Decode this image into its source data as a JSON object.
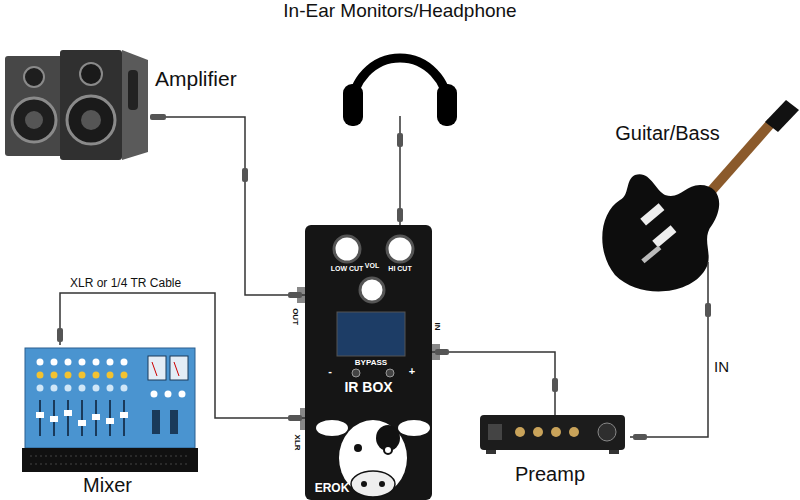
{
  "diagram": {
    "nodes": [
      {
        "text": [
          "In-Ear Monitors/Headphone"
        ]
      },
      {
        "text": [
          "Amplifier"
        ]
      },
      {
        "text": [
          "Guitar/Bass"
        ]
      },
      {
        "text": [
          "IR BOX"
        ]
      },
      {
        "text": [
          "Mixer"
        ]
      },
      {
        "text": [
          "Preamp"
        ]
      }
    ],
    "edges": [
      {
        "from": 2,
        "to": 5,
        "label": "IN",
        "arrow": "none"
      },
      {
        "from": 5,
        "to": 3,
        "arrow": "none"
      },
      {
        "from": 3,
        "to": 0,
        "arrow": "none"
      },
      {
        "from": 3,
        "to": 1,
        "arrow": "none"
      },
      {
        "from": 3,
        "to": 4,
        "label": "XLR or 1/4 TR Cable",
        "arrow": "none"
      }
    ],
    "labels": [
      "LOW CUT",
      "VOL",
      "HI CUT",
      "OUT",
      "IN",
      "BYPASS",
      "-",
      "+",
      "XLR",
      "EROK"
    ]
  }
}
